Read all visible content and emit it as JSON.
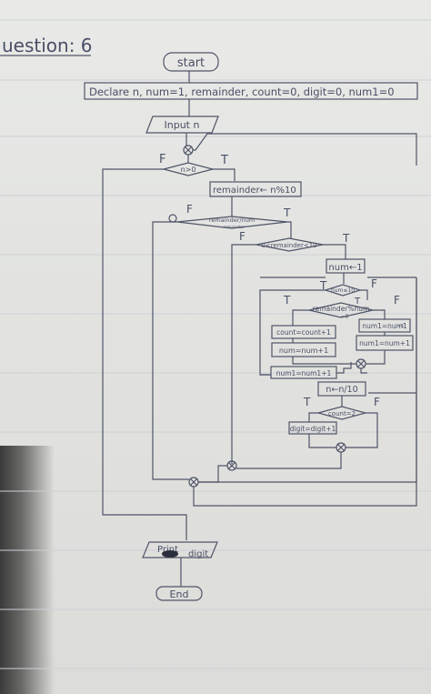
{
  "heading": "uestion: 6",
  "nodes": {
    "start": "start",
    "declare": "Declare  n, num=1, remainder, count=0, digit=0, num1=0",
    "input": "Input  n",
    "cond_n": "n>0",
    "assign_remainder": "remainder← n%10",
    "cond_remainder": "remainder/num",
    "cond_remainder_sub": "remainder",
    "cond_range": "0<remainder<10",
    "num_init": "num←1",
    "cond_num": "num≤10",
    "cond_mod": "remainder%num",
    "cond_mod_sub": "=0",
    "count_inc": "count=count+1",
    "num_inc_left": "num=num+1",
    "num1_calc": "num1=num1",
    "num1_calc_sub": "+1",
    "num_inc_right": "num1=num+1",
    "num1_assign": "num1=num1+1",
    "n_update": "n←n/10",
    "cond_count": "count=2",
    "digit_inc": "digit=digit+1",
    "print": "Print",
    "print_var": "digit",
    "end": "End"
  },
  "labels": {
    "t": "T",
    "f": "F"
  }
}
